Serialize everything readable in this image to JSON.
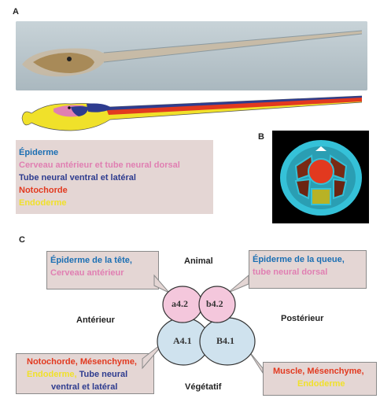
{
  "panels": {
    "a": "A",
    "b": "B",
    "c": "C"
  },
  "legend": {
    "items": [
      {
        "label": "Épiderme",
        "color": "#1b6fb3"
      },
      {
        "label": "Cerveau antérieur et tube neural dorsal",
        "color": "#e07fb2"
      },
      {
        "label": "Tube neural ventral et latéral",
        "color": "#2e3c8f"
      },
      {
        "label": "Notochorde",
        "color": "#e2391f"
      },
      {
        "label": "Endoderme",
        "color": "#f0e12a"
      }
    ]
  },
  "axes": {
    "animal": "Animal",
    "vegetal": "Végétatif",
    "anterior": "Antérieur",
    "posterior": "Postérieur"
  },
  "cells": {
    "a42": "a4.2",
    "b42": "b4.2",
    "A41": "A4.1",
    "B41": "B4.1"
  },
  "boxes": {
    "top_left": {
      "line1": "Épiderme de la tête,",
      "line2": "Cerveau antérieur"
    },
    "top_right": {
      "line1": "Épiderme de la queue,",
      "line2": "tube neural dorsal"
    },
    "bottom_left": {
      "p1": "Notochorde,",
      "p2": "Mésenchyme,",
      "p3": "Endoderme,",
      "p4": "Tube neural",
      "p5": "ventral et latéral"
    },
    "bottom_right": {
      "p1": "Muscle,",
      "p2": "Mésenchyme,",
      "p3": "Endoderme"
    }
  },
  "colors": {
    "epidermis": "#1b6fb3",
    "brain": "#e07fb2",
    "neural_ventral": "#2e3c8f",
    "notochord": "#e2391f",
    "endoderm": "#f0e12a",
    "muscle": "#e2391f",
    "mesenchyme": "#e2391f",
    "box_bg": "#e4d6d4",
    "animal_cell": "#f4c7dc",
    "vegetal_cell": "#cfe2ee"
  }
}
